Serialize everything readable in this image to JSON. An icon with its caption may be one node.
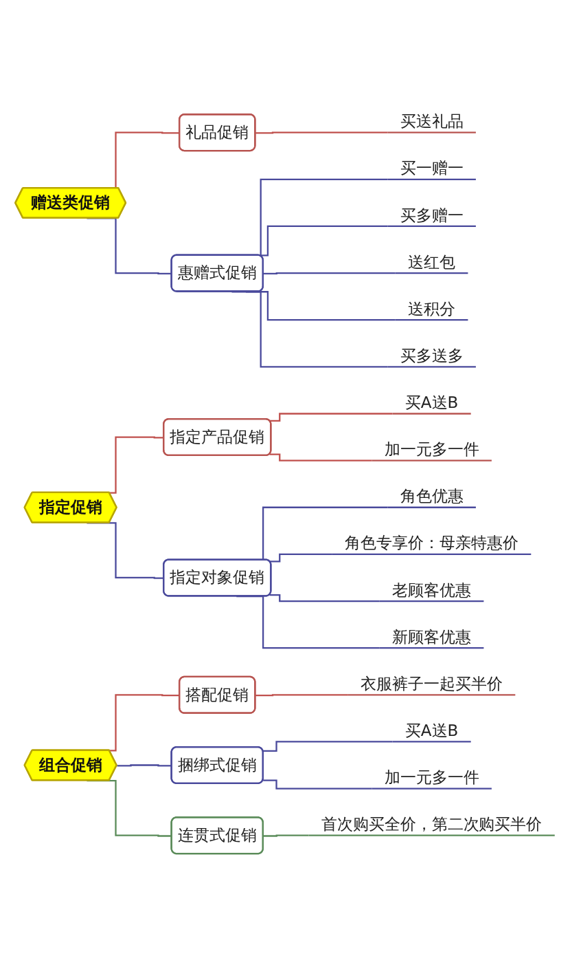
{
  "diagram": {
    "nodes": [
      {
        "text": [
          "赠送类促销"
        ]
      },
      {
        "text": [
          "礼品促销"
        ]
      },
      {
        "text": [
          "买送礼品"
        ]
      },
      {
        "text": [
          "惠赠式促销"
        ]
      },
      {
        "text": [
          "买一赠一"
        ]
      },
      {
        "text": [
          "买多赠一"
        ]
      },
      {
        "text": [
          "送红包"
        ]
      },
      {
        "text": [
          "送积分"
        ]
      },
      {
        "text": [
          "买多送多"
        ]
      },
      {
        "text": [
          "指定促销"
        ]
      },
      {
        "text": [
          "指定产品促销"
        ]
      },
      {
        "text": [
          "买A送B"
        ]
      },
      {
        "text": [
          "加一元多一件"
        ]
      },
      {
        "text": [
          "指定对象促销"
        ]
      },
      {
        "text": [
          "角色优惠"
        ]
      },
      {
        "text": [
          "角色专享价：母亲特惠价"
        ]
      },
      {
        "text": [
          "老顾客优惠"
        ]
      },
      {
        "text": [
          "新顾客优惠"
        ]
      },
      {
        "text": [
          "组合促销"
        ]
      },
      {
        "text": [
          "搭配促销"
        ]
      },
      {
        "text": [
          "衣服裤子一起买半价"
        ]
      },
      {
        "text": [
          "捆绑式促销"
        ]
      },
      {
        "text": [
          "买A送B"
        ]
      },
      {
        "text": [
          "加一元多一件"
        ]
      },
      {
        "text": [
          "连贯式促销"
        ]
      },
      {
        "text": [
          "首次购买全价，第二次购买半价"
        ]
      }
    ],
    "edges": [
      {
        "from": 0,
        "to": 1,
        "arrow": "none",
        "color": "#c0504d"
      },
      {
        "from": 1,
        "to": 2,
        "arrow": "none",
        "color": "#c0504d"
      },
      {
        "from": 0,
        "to": 3,
        "arrow": "none"
      },
      {
        "from": 3,
        "to": 4,
        "arrow": "none"
      },
      {
        "from": 3,
        "to": 5,
        "arrow": "none"
      },
      {
        "from": 3,
        "to": 6,
        "arrow": "none"
      },
      {
        "from": 3,
        "to": 7,
        "arrow": "none"
      },
      {
        "from": 3,
        "to": 8,
        "arrow": "none"
      },
      {
        "from": 9,
        "to": 10,
        "arrow": "none",
        "color": "#c0504d"
      },
      {
        "from": 10,
        "to": 11,
        "arrow": "none",
        "color": "#c0504d"
      },
      {
        "from": 10,
        "to": 12,
        "arrow": "none",
        "color": "#c0504d"
      },
      {
        "from": 9,
        "to": 13,
        "arrow": "none"
      },
      {
        "from": 13,
        "to": 14,
        "arrow": "none"
      },
      {
        "from": 13,
        "to": 15,
        "arrow": "none"
      },
      {
        "from": 13,
        "to": 16,
        "arrow": "none"
      },
      {
        "from": 13,
        "to": 17,
        "arrow": "none"
      },
      {
        "from": 18,
        "to": 19,
        "arrow": "none",
        "color": "#c0504d"
      },
      {
        "from": 19,
        "to": 20,
        "arrow": "none",
        "color": "#c0504d"
      },
      {
        "from": 18,
        "to": 21,
        "arrow": "none"
      },
      {
        "from": 21,
        "to": 22,
        "arrow": "none"
      },
      {
        "from": 21,
        "to": 23,
        "arrow": "none"
      },
      {
        "from": 18,
        "to": 24,
        "arrow": "none",
        "color": "#5b8c5a"
      },
      {
        "from": 24,
        "to": 25,
        "arrow": "none",
        "color": "#5b8c5a"
      }
    ]
  }
}
